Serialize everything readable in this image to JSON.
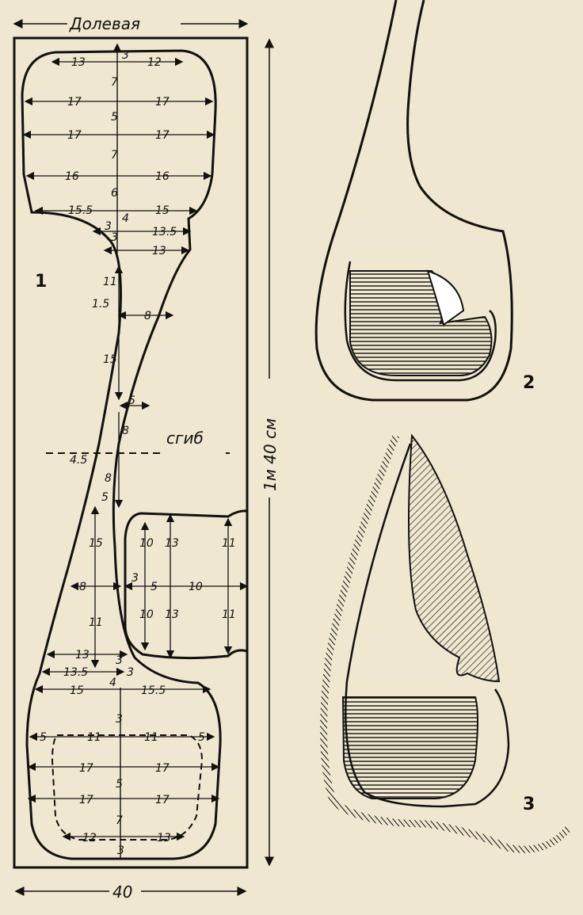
{
  "header": {
    "grain_label": "Долевая"
  },
  "side_dim": {
    "length_label": "1м 40 см"
  },
  "bottom_dim": {
    "width_label": "40"
  },
  "fold_label": "сгиб",
  "figure_numbers": {
    "fig1": "1",
    "fig2": "2",
    "fig3": "3"
  },
  "colors": {
    "paper": "#efe7cf",
    "ink": "#111111"
  },
  "pattern_top": {
    "r1": [
      "13",
      "3",
      "12"
    ],
    "r2": [
      "17",
      "7",
      "17"
    ],
    "r3": [
      "17",
      "5",
      "17"
    ],
    "r4": [
      "16",
      "7",
      "16"
    ],
    "r5": [
      "15.5",
      "6",
      "15"
    ],
    "r6": [
      "3",
      "4",
      "13.5"
    ],
    "r7": [
      "3",
      "13"
    ]
  },
  "pattern_mid": {
    "v11": "11",
    "v1_5": "1.5",
    "v8": "8",
    "v15": "15",
    "v5": "5",
    "v8b": "8",
    "v4_5": "4.5",
    "v8c": "8",
    "v5b": "5"
  },
  "pattern_lower": {
    "v15": "15",
    "v8": "8",
    "v11": "11",
    "pocket": [
      "10",
      "13",
      "11",
      "3",
      "5",
      "10",
      "13",
      "11",
      "10"
    ]
  },
  "pattern_bottom": {
    "r1": [
      "13"
    ],
    "r2": [
      "13.5",
      "3",
      "3"
    ],
    "r3": [
      "15",
      "4",
      "15.5"
    ],
    "r4": [
      "5",
      "11",
      "3",
      "11",
      "5"
    ],
    "r5": [
      "17",
      "17"
    ],
    "r6": [
      "17",
      "5",
      "17"
    ],
    "r7": [
      "12",
      "7",
      "13"
    ],
    "r8": [
      "3"
    ]
  }
}
